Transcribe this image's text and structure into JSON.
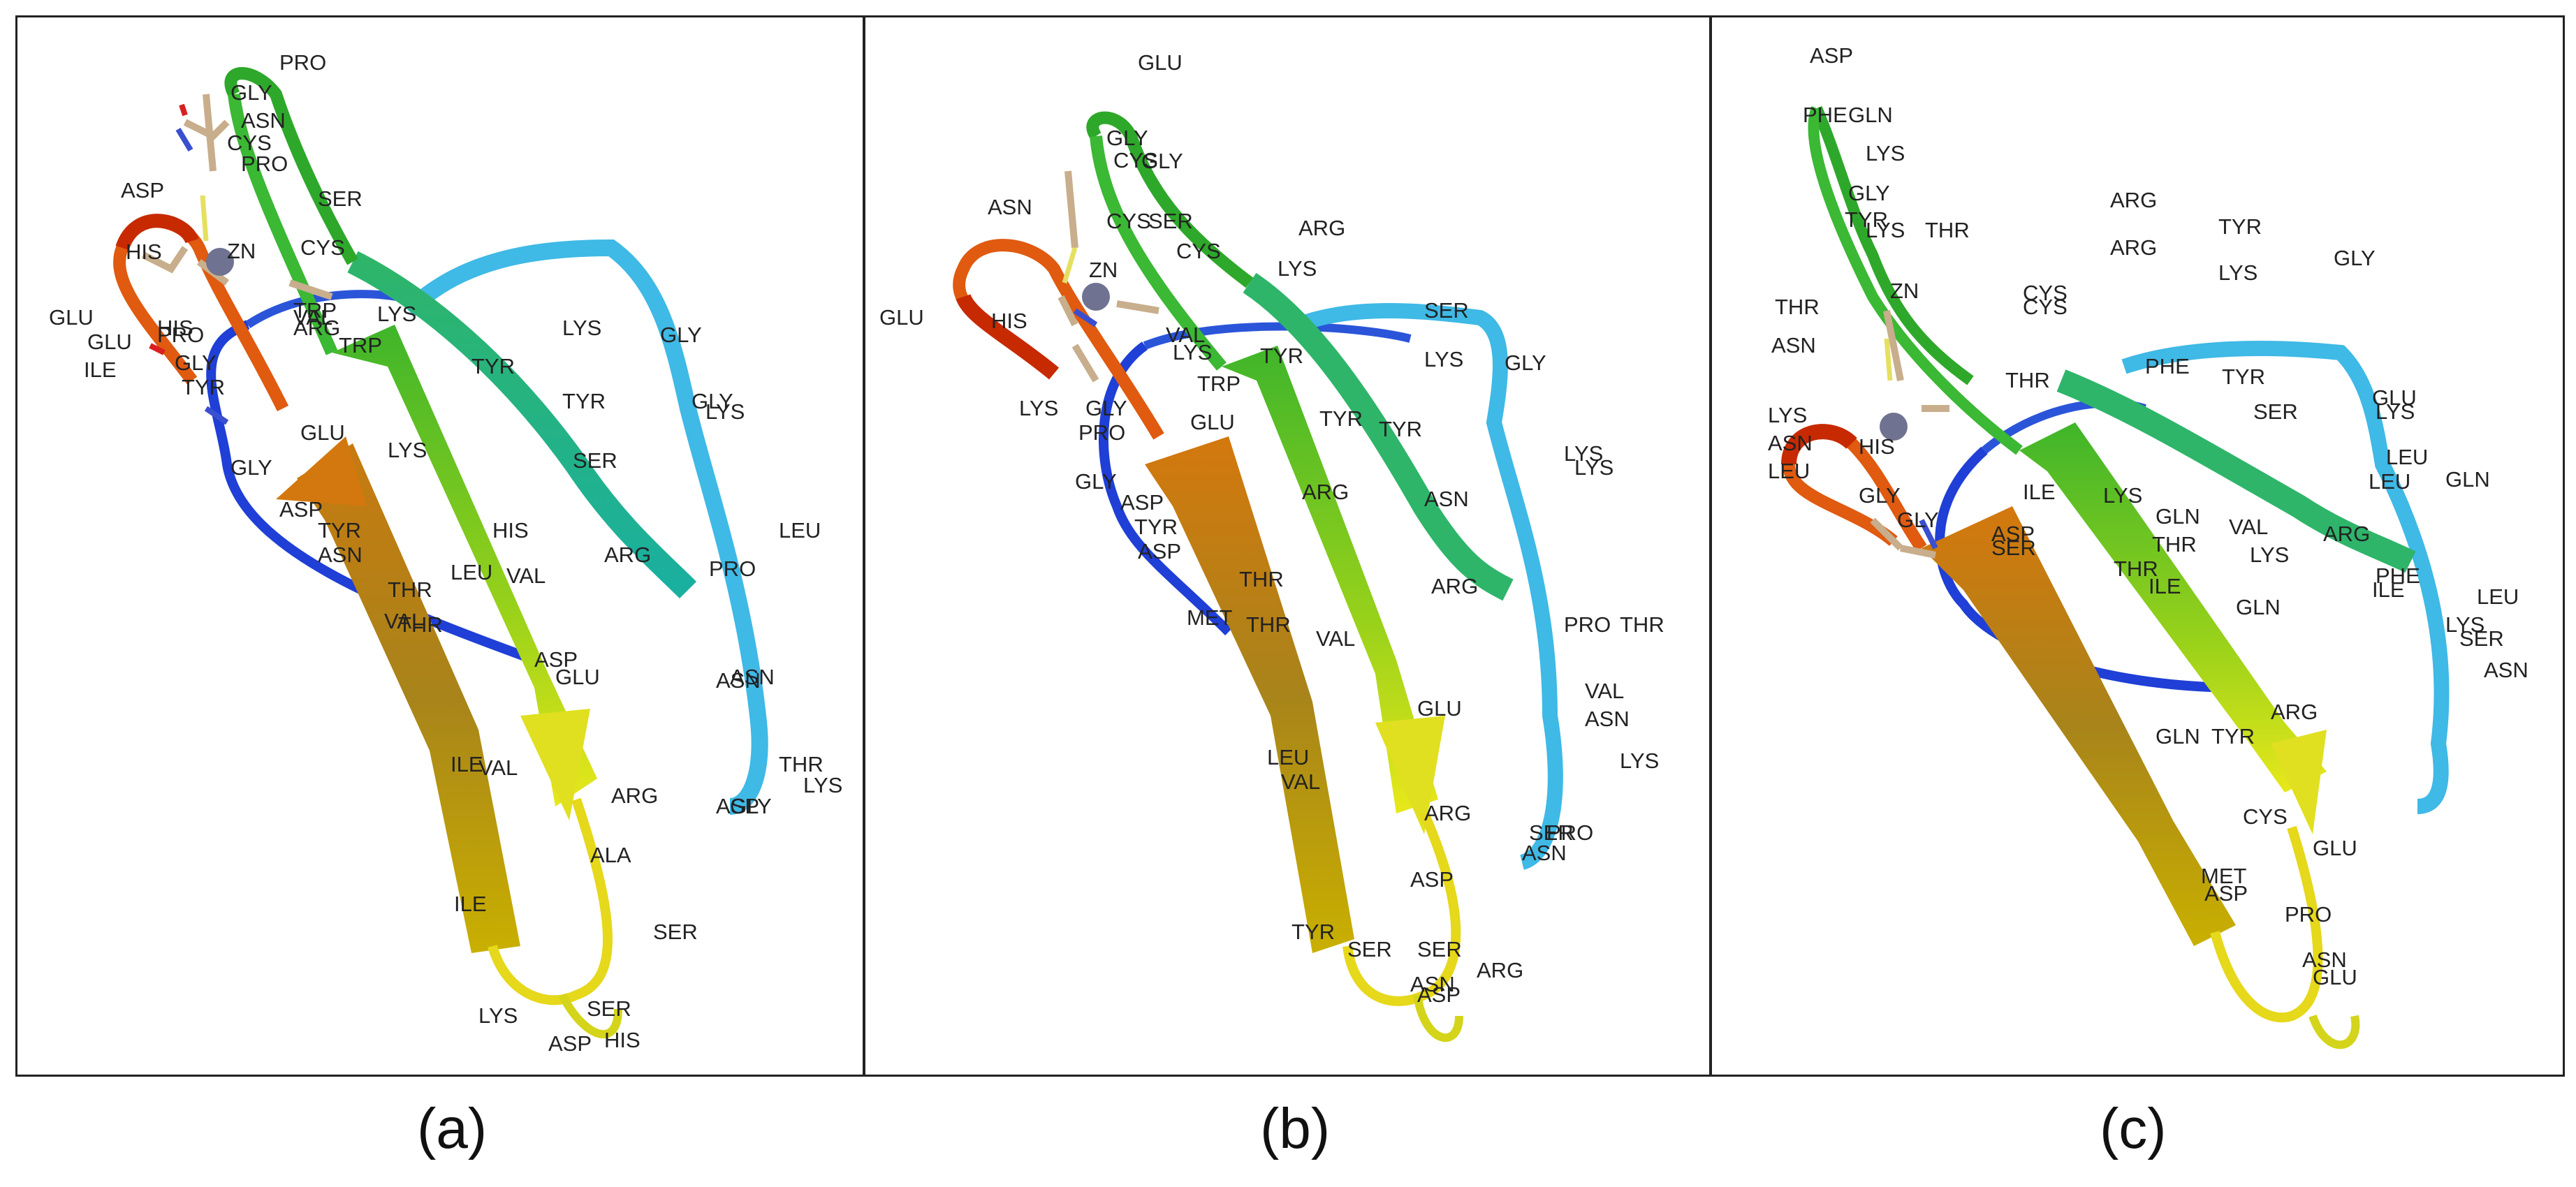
{
  "panels": [
    {
      "caption": "(a)",
      "labels": [
        "PRO",
        "GLY",
        "ASN",
        "CYS",
        "PRO",
        "ASP",
        "SER",
        "HIS",
        "CYS",
        "ZN",
        "TRP",
        "VAL",
        "ARG",
        "GLU",
        "GLU",
        "HIS",
        "PRO",
        "ILE",
        "GLY",
        "TYR",
        "LYS",
        "TRP",
        "TYR",
        "LYS",
        "GLY",
        "TYR",
        "GLY",
        "LYS",
        "GLU",
        "GLY",
        "LYS",
        "SER",
        "ASP",
        "TYR",
        "ASN",
        "HIS",
        "LEU",
        "VAL",
        "ARG",
        "PRO",
        "LEU",
        "THR",
        "VAL",
        "THR",
        "ASP",
        "GLU",
        "ASN",
        "ASN",
        "ILE",
        "VAL",
        "ARG",
        "THR",
        "LYS",
        "ASP",
        "GLY",
        "ALA",
        "ILE",
        "SER",
        "SER",
        "LYS",
        "ASP",
        "HIS"
      ]
    },
    {
      "caption": "(b)",
      "labels": [
        "GLU",
        "GLY",
        "CYS",
        "GLY",
        "ASN",
        "CYS",
        "SER",
        "ARG",
        "CYS",
        "LYS",
        "ZN",
        "GLU",
        "HIS",
        "VAL",
        "LYS",
        "TYR",
        "SER",
        "LYS",
        "GLY",
        "LYS",
        "TRP",
        "GLY",
        "GLU",
        "TYR",
        "TYR",
        "PRO",
        "LYS",
        "LYS",
        "GLY",
        "ARG",
        "ASN",
        "ASP",
        "TYR",
        "ASP",
        "THR",
        "ARG",
        "PRO",
        "THR",
        "MET",
        "THR",
        "VAL",
        "VAL",
        "ASN",
        "LYS",
        "GLU",
        "LEU",
        "VAL",
        "ARG",
        "SER",
        "PRO",
        "ASN",
        "ASP",
        "TYR",
        "SER",
        "SER",
        "ARG",
        "ASN",
        "ASP"
      ]
    },
    {
      "caption": "(c)",
      "labels": [
        "ASP",
        "PHE",
        "GLN",
        "LYS",
        "GLY",
        "ARG",
        "TYR",
        "LYS",
        "THR",
        "ARG",
        "TYR",
        "GLY",
        "ZN",
        "CYS",
        "LYS",
        "THR",
        "CYS",
        "ASN",
        "THR",
        "PHE",
        "TYR",
        "SER",
        "GLU",
        "LYS",
        "LEU",
        "LYS",
        "ASN",
        "LEU",
        "HIS",
        "ILE",
        "GLY",
        "LYS",
        "GLY",
        "LEU",
        "GLN",
        "GLN",
        "ASP",
        "SER",
        "THR",
        "VAL",
        "ARG",
        "LYS",
        "THR",
        "ILE",
        "PHE",
        "ILE",
        "LEU",
        "LYS",
        "SER",
        "ASN",
        "GLN",
        "TYR",
        "GLN",
        "ARG",
        "CYS",
        "GLU",
        "MET",
        "ASP",
        "PRO",
        "ASN",
        "GLU"
      ]
    }
  ],
  "colors": {
    "n_terminus": "#1f3fd6",
    "c_terminus": "#cc2200",
    "zinc_ion": "#6f7290",
    "frame": "#222222"
  }
}
